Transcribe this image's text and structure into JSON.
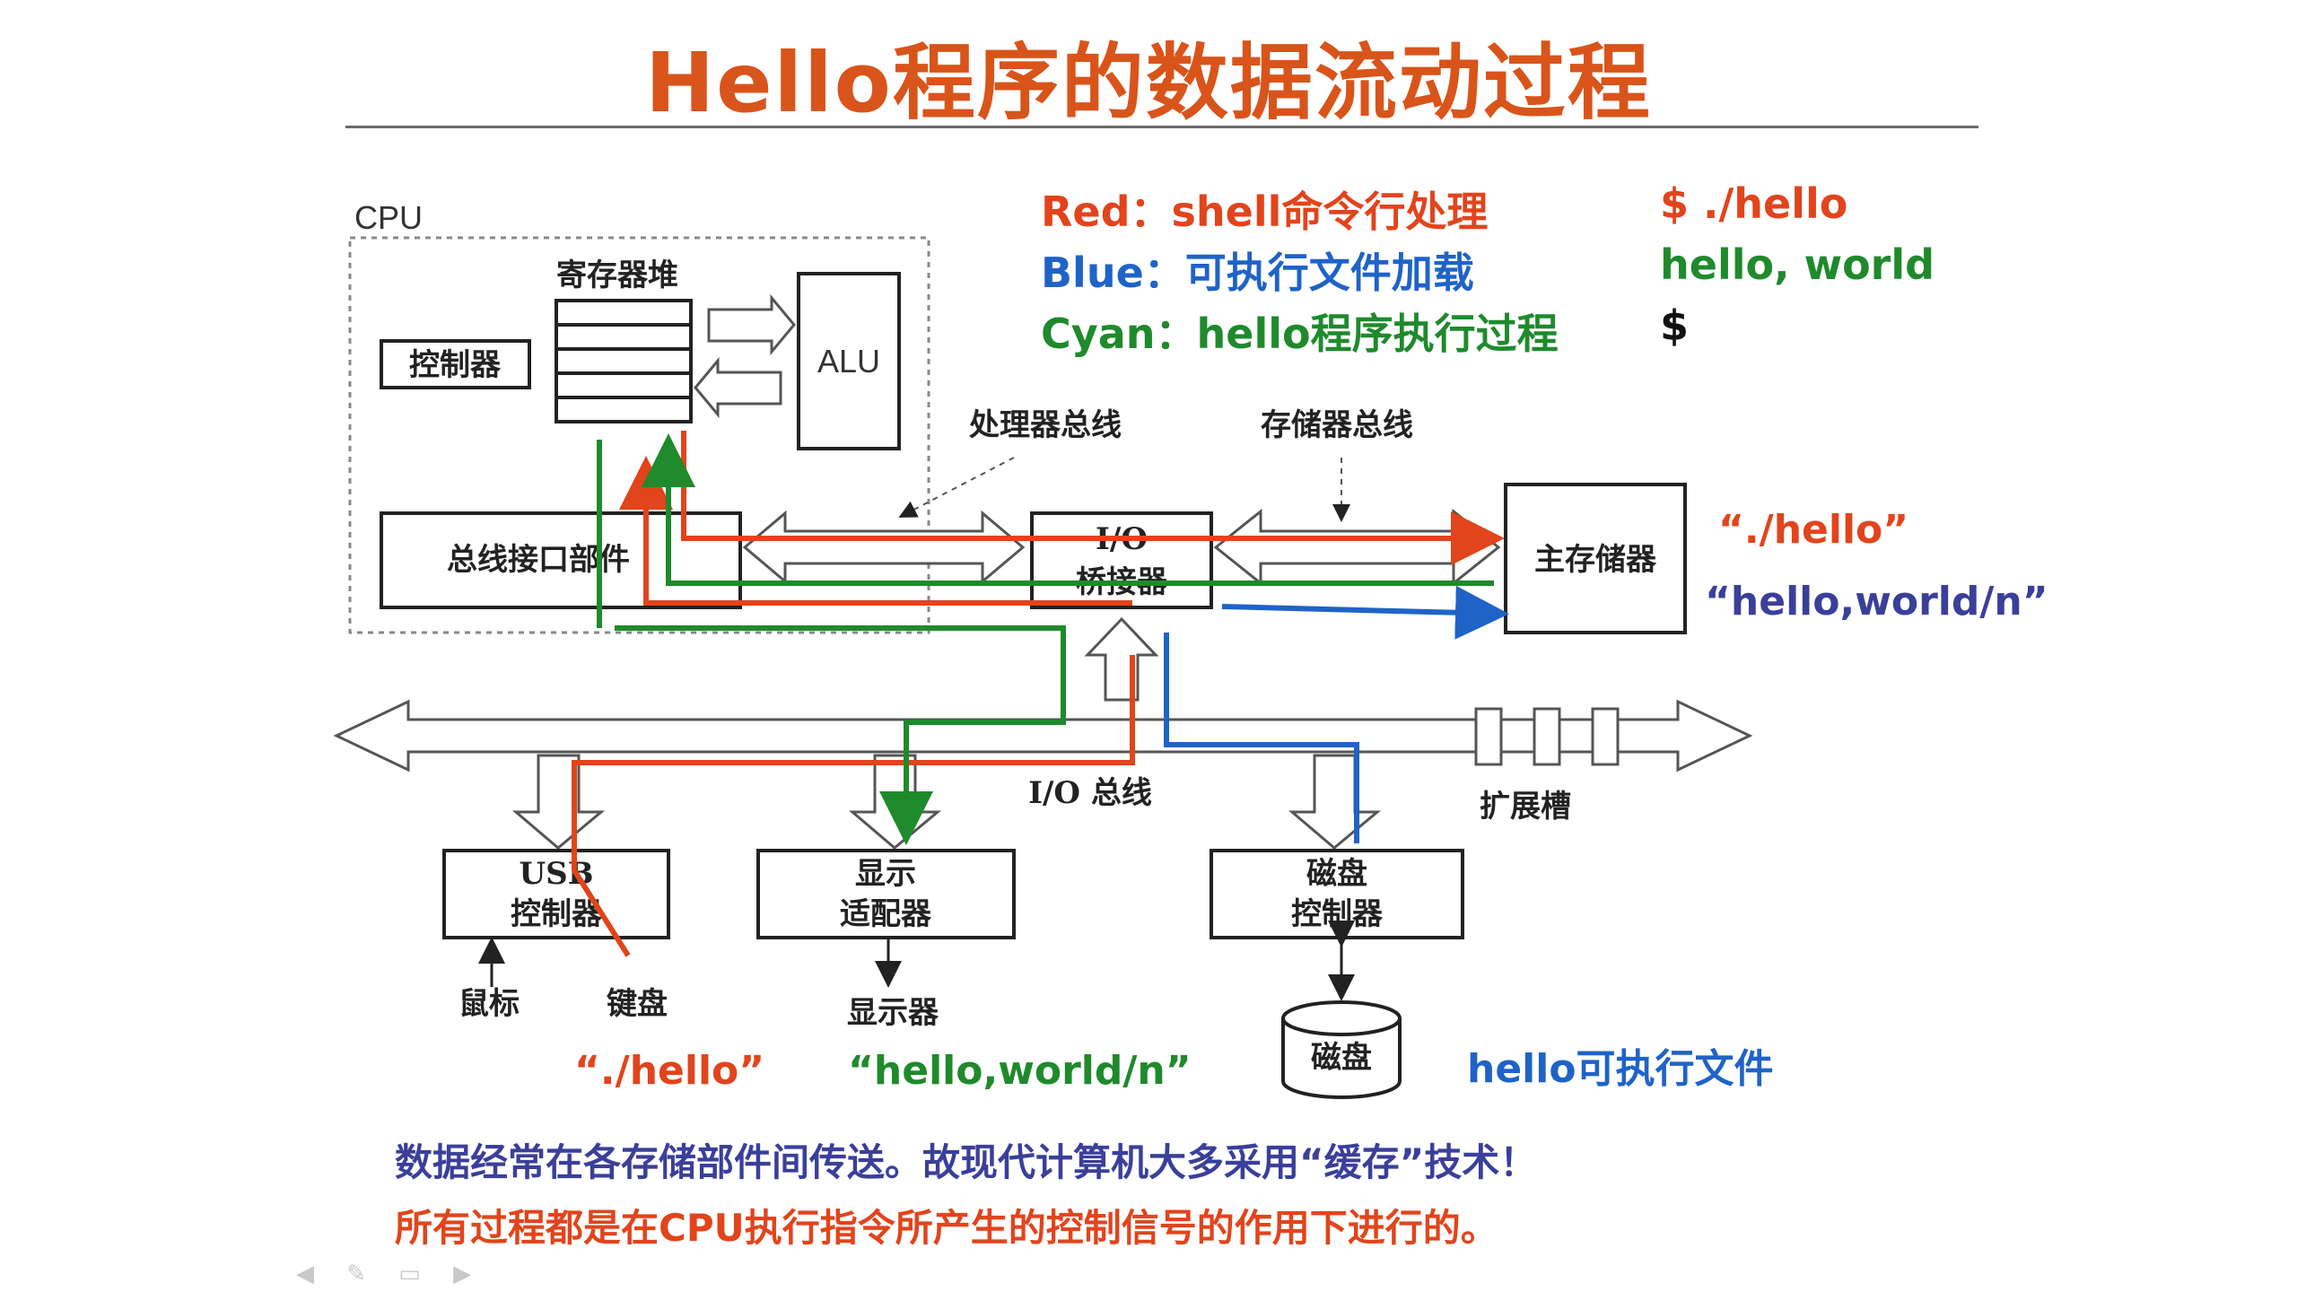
{
  "slide": {
    "title": "Hello程序的数据流动过程"
  },
  "legend": {
    "red": "Red：shell命令行处理",
    "blue": "Blue：可执行文件加载",
    "cyan": "Cyan：hello程序执行过程",
    "cmd": "$ ./hello",
    "output": "hello, world",
    "prompt": "$"
  },
  "diagram": {
    "cpu_label": "CPU",
    "register_file": "寄存器堆",
    "controller": "控制器",
    "alu": "ALU",
    "bus_interface": "总线接口部件",
    "processor_bus": "处理器总线",
    "memory_bus": "存储器总线",
    "io_bridge_line1": "I/O",
    "io_bridge_line2": "桥接器",
    "main_memory": "主存储器",
    "io_bus": "I/O 总线",
    "expansion_slot": "扩展槽",
    "usb_line1": "USB",
    "usb_line2": "控制器",
    "display_line1": "显示",
    "display_line2": "适配器",
    "disk_ctrl_line1": "磁盘",
    "disk_ctrl_line2": "控制器",
    "mouse": "鼠标",
    "keyboard": "键盘",
    "monitor": "显示器",
    "disk": "磁盘"
  },
  "annotations": {
    "mem_hello": "“./hello”",
    "mem_output": "“hello,world/n”",
    "kbd_hello": "“./hello”",
    "disp_output": "“hello,world/n”",
    "disk_file": "hello可执行文件"
  },
  "notes": {
    "line1": "数据经常在各存储部件间传送。故现代计算机大多采用“缓存”技术！",
    "line2": "所有过程都是在CPU执行指令所产生的控制信号的作用下进行的。"
  },
  "colors": {
    "title": "#d9541a",
    "red_path": "#e2441c",
    "blue_path": "#1f63c8",
    "green_path": "#1f8a2c",
    "navy_text": "#3a3f9a"
  }
}
